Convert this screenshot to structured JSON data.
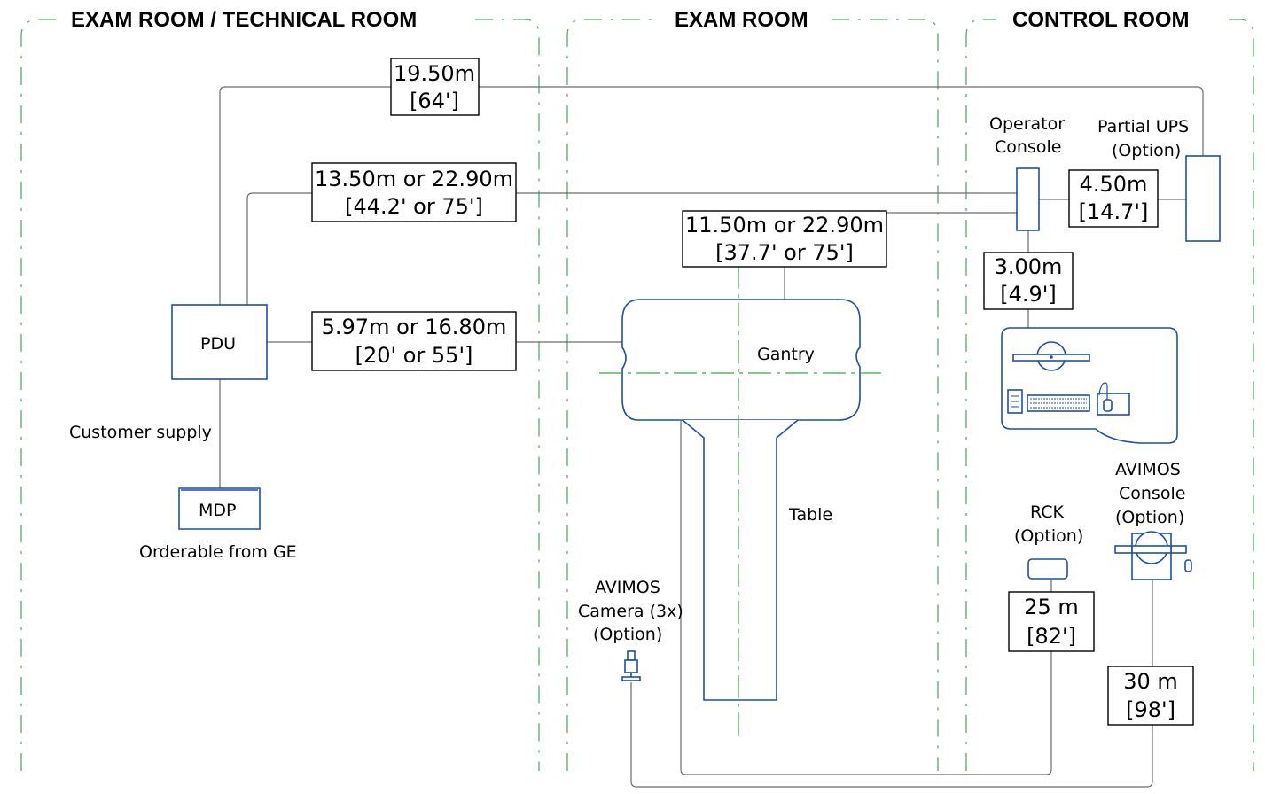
{
  "rooms": {
    "left": "EXAM ROOM / TECHNICAL ROOM",
    "middle": "EXAM ROOM",
    "right": "CONTROL ROOM"
  },
  "equipment": {
    "pdu": "PDU",
    "mdp": "MDP",
    "mdp_note": "Orderable from GE",
    "customer_supply": "Customer supply",
    "gantry": "Gantry",
    "table": "Table",
    "operator_console": [
      "Operator",
      "Console"
    ],
    "partial_ups": [
      "Partial UPS",
      "(Option)"
    ],
    "rck": [
      "RCK",
      "(Option)"
    ],
    "avimos_console": [
      "AVIMOS",
      "Console",
      "(Option)"
    ],
    "avimos_camera": [
      "AVIMOS",
      "Camera (3x)",
      "(Option)"
    ]
  },
  "cable_lengths": {
    "pdu_to_ups": [
      "19.50m",
      "[64']"
    ],
    "pdu_to_console": [
      "13.50m or 22.90m",
      "[44.2' or 75']"
    ],
    "gantry_to_console": [
      "11.50m or 22.90m",
      "[37.7' or 75']"
    ],
    "pdu_to_gantry": [
      "5.97m or 16.80m",
      "[20' or 55']"
    ],
    "console_to_ups": [
      "4.50m",
      "[14.7']"
    ],
    "console_to_desk": [
      "3.00m",
      "[4.9']"
    ],
    "rck": [
      "25 m",
      "[82']"
    ],
    "avimos": [
      "30 m",
      "[98']"
    ]
  },
  "colors": {
    "equipment": "#1f4ea8",
    "room_boundary": "#58a86a",
    "centerline": "#3fa34d",
    "cable": "#6c6c6c"
  }
}
